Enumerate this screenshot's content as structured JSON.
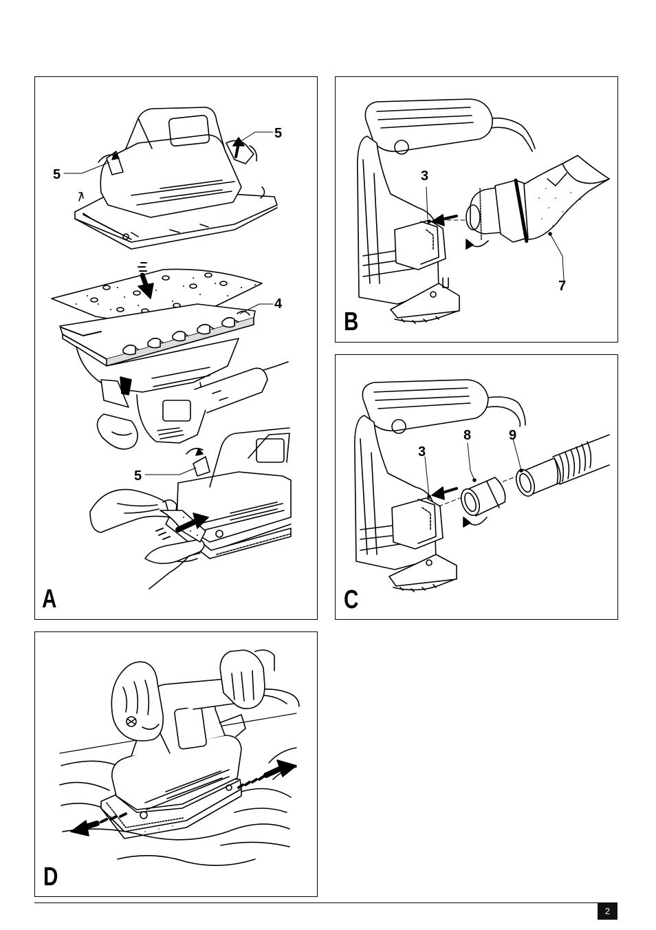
{
  "panels": {
    "a": {
      "letter": "A",
      "callouts": {
        "c5_left": "5",
        "c5_right": "5",
        "c4": "4",
        "c5_bottom": "5"
      }
    },
    "b": {
      "letter": "B",
      "callouts": {
        "c3": "3",
        "c7": "7"
      }
    },
    "c": {
      "letter": "C",
      "callouts": {
        "c3": "3",
        "c8": "8",
        "c9": "9"
      }
    },
    "d": {
      "letter": "D"
    }
  },
  "footer": {
    "page_number": "2"
  }
}
